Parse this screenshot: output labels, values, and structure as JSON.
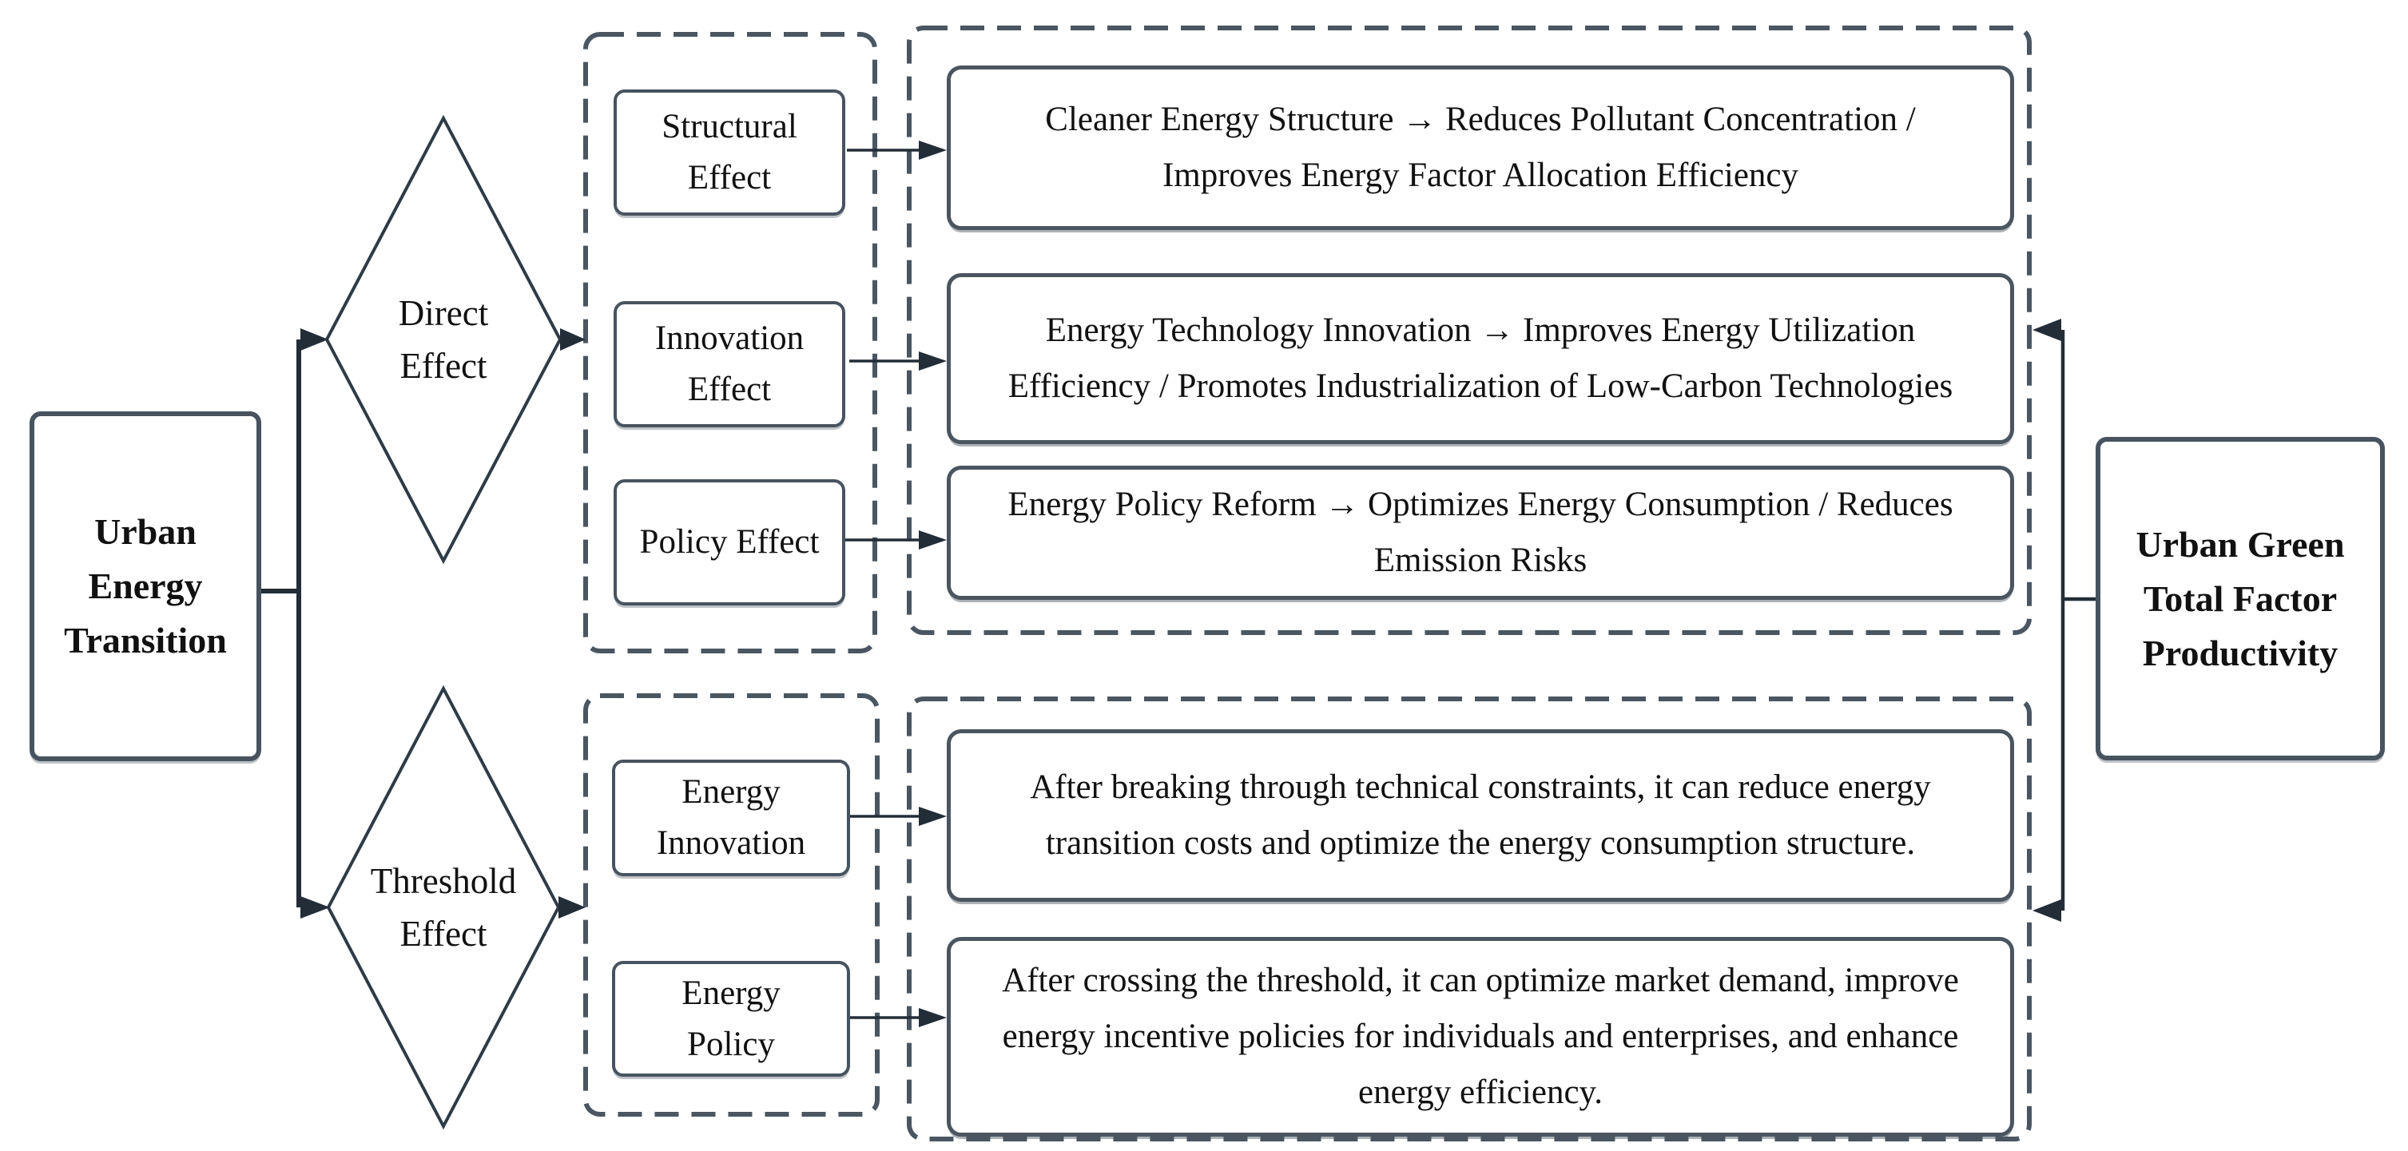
{
  "diagram": {
    "source": {
      "label": "Urban\nEnergy\nTransition"
    },
    "outcome": {
      "label": "Urban Green\nTotal Factor\nProductivity"
    },
    "branches": [
      {
        "diamond_label": "Direct\nEffect",
        "items": [
          {
            "label": "Structural\nEffect",
            "description": "Cleaner Energy Structure → Reduces Pollutant Concentration /\nImproves Energy Factor Allocation Efficiency"
          },
          {
            "label": "Innovation\nEffect",
            "description": "Energy Technology Innovation → Improves Energy Utilization\nEfficiency / Promotes Industrialization of Low-Carbon Technologies"
          },
          {
            "label": "Policy Effect",
            "description": "Energy Policy Reform → Optimizes Energy Consumption / Reduces\nEmission Risks"
          }
        ]
      },
      {
        "diamond_label": "Threshold\nEffect",
        "items": [
          {
            "label": "Energy\nInnovation",
            "description": "After breaking through technical constraints, it can reduce energy\ntransition costs and optimize the energy consumption structure."
          },
          {
            "label": "Energy\nPolicy",
            "description": "After crossing the threshold, it can optimize market demand, improve\nenergy incentive policies for individuals and enterprises, and enhance\nenergy efficiency."
          }
        ]
      }
    ],
    "colors": {
      "box_border": "#47535f",
      "dashed_border": "#4a5661",
      "connector_line": "#232d38",
      "text": "#111111",
      "background": "#ffffff"
    }
  }
}
